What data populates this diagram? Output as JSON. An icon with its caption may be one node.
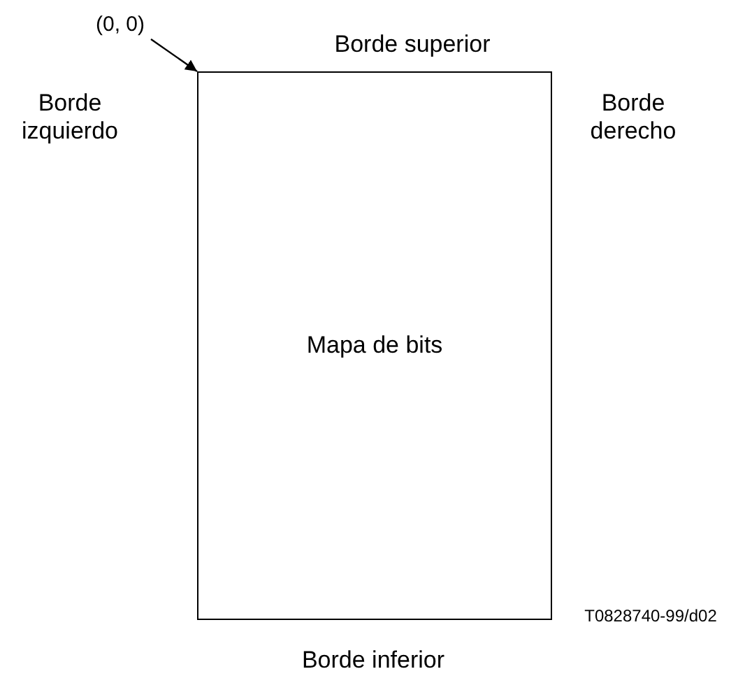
{
  "diagram": {
    "nodes": [
      {
        "text": [
          "(0, 0)"
        ]
      },
      {
        "text": [
          "Mapa de bits"
        ]
      }
    ],
    "edges": [
      {
        "from": 0,
        "to": 1,
        "arrow": "to"
      }
    ],
    "labels": [
      "Borde superior",
      "Borde izquierdo",
      "Borde derecho",
      "T0828740-99/d02",
      "Borde inferior"
    ]
  }
}
